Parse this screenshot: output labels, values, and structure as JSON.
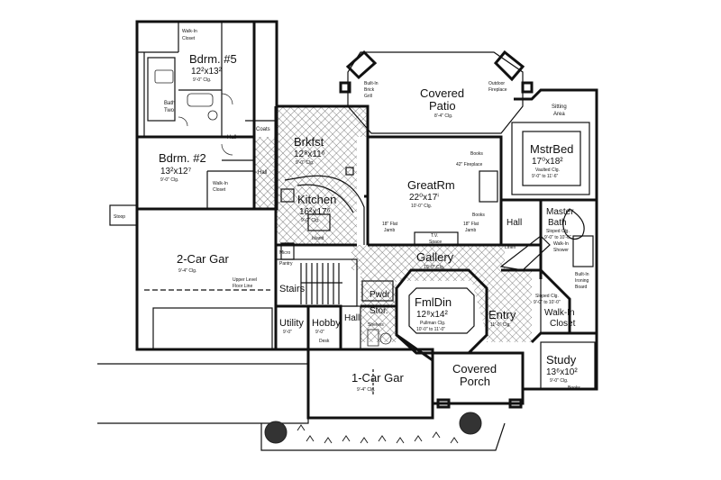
{
  "rooms": {
    "bdrm5": {
      "name": "Bdrm. #5",
      "size": "12²x13²",
      "ceiling": "9'-0\" Clg."
    },
    "walkin_closet_top": {
      "name": "Walk-In",
      "name2": "Closet"
    },
    "bath_two": {
      "name": "Bath",
      "name2": "Two"
    },
    "hall_left": {
      "name": "Hall"
    },
    "coats": {
      "name": "Coats"
    },
    "bdrm2": {
      "name": "Bdrm. #2",
      "size": "13²x12⁷",
      "ceiling": "9'-0\" Clg."
    },
    "walkin_closet_mid": {
      "name": "Walk-In",
      "name2": "Closet"
    },
    "hall_mid": {
      "name": "Hall"
    },
    "stoop": {
      "name": "Stoop"
    },
    "garage2": {
      "name": "2-Car Gar",
      "ceiling": "9'-4\" Clg."
    },
    "upper_level": {
      "line1": "Upper Level",
      "line2": "Floor Line"
    },
    "brkfst": {
      "name": "Brkfst",
      "size": "12⁸x11⁶",
      "ceiling": "9'-0\" Clg."
    },
    "kitchen": {
      "name": "Kitchen",
      "size": "16²x17⁶",
      "ceiling": "9'-0\" Clg."
    },
    "island": {
      "name": "Island"
    },
    "micro": {
      "name": "Micro"
    },
    "pantry": {
      "name": "Pantry"
    },
    "stairs": {
      "name": "Stairs"
    },
    "utility": {
      "name": "Utility",
      "ceiling": "9'-0\""
    },
    "hobby": {
      "name": "Hobby",
      "ceiling": "9'-0\"",
      "extra": "Desk"
    },
    "hall_low": {
      "name": "Hall"
    },
    "covered_patio": {
      "name": "Covered",
      "name2": "Patio",
      "ceiling": "8'-4\" Clg."
    },
    "grill": {
      "line1": "Built-In",
      "line2": "Brick",
      "line3": "Grill"
    },
    "outdoor_fp": {
      "line1": "Outdoor",
      "line2": "Fireplace"
    },
    "greatrm": {
      "name": "GreatRm",
      "size": "22⁰x17ⁱ",
      "ceiling": "10'-0\" Clg."
    },
    "books_top": {
      "name": "Books"
    },
    "books_mid": {
      "name": "Books"
    },
    "fireplace_42": {
      "name": "42\" Fireplace"
    },
    "flat_jamb_l": {
      "line1": "18\" Flat",
      "line2": "Jamb"
    },
    "flat_jamb_r": {
      "line1": "18\" Flat",
      "line2": "Jamb"
    },
    "tv_space": {
      "line1": "T.V.",
      "line2": "Space"
    },
    "gallery": {
      "name": "Gallery",
      "ceiling": "10'-0\" Clg."
    },
    "pwdr": {
      "name": "Pwdr"
    },
    "stor": {
      "name": "Stor."
    },
    "shelves": {
      "name": "Shelves"
    },
    "fmldin": {
      "name": "FmlDin",
      "size": "12⁸x14²",
      "ceiling1": "Pullman Clg.",
      "ceiling2": "10'-0\" to 11'-0\""
    },
    "entry": {
      "name": "Entry",
      "ceiling": "11'-0\" Clg."
    },
    "garage1": {
      "name": "1-Car Gar",
      "ceiling": "9'-4\" Clg."
    },
    "covered_porch": {
      "name": "Covered",
      "name2": "Porch"
    },
    "sitting": {
      "name": "Sitting",
      "name2": "Area"
    },
    "mstrbed": {
      "name": "MstrBed",
      "size": "17⁰x18²",
      "ceiling1": "Vaulted Clg.",
      "ceiling2": "9'-0\" to 11'-6\""
    },
    "master_bath": {
      "name": "Master",
      "name2": "Bath",
      "ceiling1": "Sloped Clg.",
      "ceiling2": "9'-0\" to 10'-0\""
    },
    "hall_right": {
      "name": "Hall"
    },
    "linen": {
      "name": "Linen"
    },
    "walkin_shower": {
      "line1": "Walk-In",
      "line2": "Shower"
    },
    "ironing": {
      "line1": "Built-In",
      "line2": "Ironing",
      "line3": "Board"
    },
    "walkin_closet_master": {
      "name": "Walk-In",
      "name2": "Closet",
      "ceiling1": "Sloped Clg.",
      "ceiling2": "9'-0\" to 10'-0\""
    },
    "study": {
      "name": "Study",
      "size": "13⁶x10²",
      "ceiling": "9'-0\" Clg."
    },
    "books_study": {
      "name": "Books"
    }
  },
  "colors": {
    "wall": "#111111",
    "hatch": "#555555",
    "background": "#ffffff",
    "shrub": "#222222"
  }
}
